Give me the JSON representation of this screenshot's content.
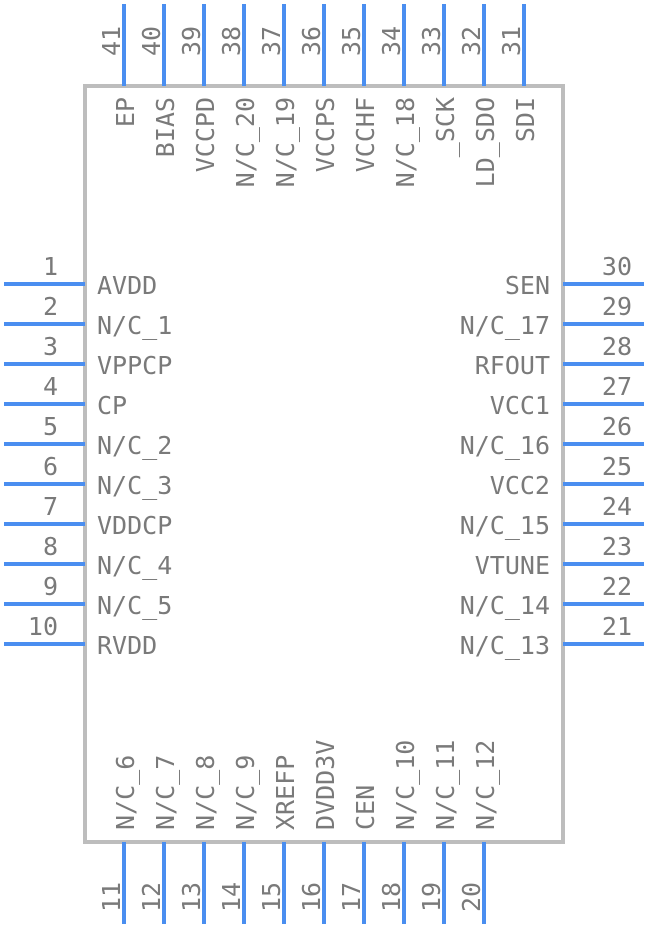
{
  "pins": {
    "left": [
      {
        "num": "1",
        "name": "AVDD"
      },
      {
        "num": "2",
        "name": "N/C_1"
      },
      {
        "num": "3",
        "name": "VPPCP"
      },
      {
        "num": "4",
        "name": "CP"
      },
      {
        "num": "5",
        "name": "N/C_2"
      },
      {
        "num": "6",
        "name": "N/C_3"
      },
      {
        "num": "7",
        "name": "VDDCP"
      },
      {
        "num": "8",
        "name": "N/C_4"
      },
      {
        "num": "9",
        "name": "N/C_5"
      },
      {
        "num": "10",
        "name": "RVDD"
      }
    ],
    "bottom": [
      {
        "num": "11",
        "name": "N/C_6"
      },
      {
        "num": "12",
        "name": "N/C_7"
      },
      {
        "num": "13",
        "name": "N/C_8"
      },
      {
        "num": "14",
        "name": "N/C_9"
      },
      {
        "num": "15",
        "name": "XREFP"
      },
      {
        "num": "16",
        "name": "DVDD3V"
      },
      {
        "num": "17",
        "name": "CEN"
      },
      {
        "num": "18",
        "name": "N/C_10"
      },
      {
        "num": "19",
        "name": "N/C_11"
      },
      {
        "num": "20",
        "name": "N/C_12"
      }
    ],
    "right": [
      {
        "num": "21",
        "name": "N/C_13"
      },
      {
        "num": "22",
        "name": "N/C_14"
      },
      {
        "num": "23",
        "name": "VTUNE"
      },
      {
        "num": "24",
        "name": "N/C_15"
      },
      {
        "num": "25",
        "name": "VCC2"
      },
      {
        "num": "26",
        "name": "N/C_16"
      },
      {
        "num": "27",
        "name": "VCC1"
      },
      {
        "num": "28",
        "name": "RFOUT"
      },
      {
        "num": "29",
        "name": "N/C_17"
      },
      {
        "num": "30",
        "name": "SEN"
      }
    ],
    "top": [
      {
        "num": "31",
        "name": "SDI"
      },
      {
        "num": "32",
        "name": "LD_SDO"
      },
      {
        "num": "33",
        "name": "_SCK"
      },
      {
        "num": "34",
        "name": "N/C_18"
      },
      {
        "num": "35",
        "name": "VCCHF"
      },
      {
        "num": "36",
        "name": "VCCPS"
      },
      {
        "num": "37",
        "name": "N/C_19"
      },
      {
        "num": "38",
        "name": "N/C_20"
      },
      {
        "num": "39",
        "name": "VCCPD"
      },
      {
        "num": "40",
        "name": "BIAS"
      },
      {
        "num": "41",
        "name": "EP"
      }
    ]
  },
  "colors": {
    "pin": "#4a8ef0",
    "body": "#bdbdbd",
    "text": "#7a7a7a"
  }
}
